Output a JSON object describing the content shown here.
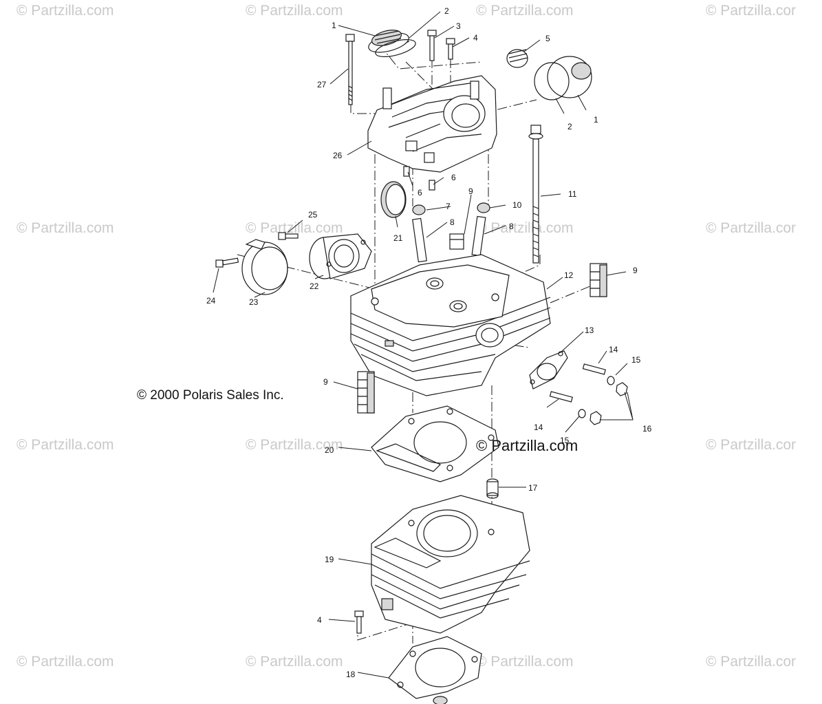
{
  "watermark_text": "© Partzilla.com",
  "watermark_text_clipped": "© Partzilla.cor",
  "copyright_text": "© 2000 Polaris Sales Inc.",
  "center_watermark_text": "© Partzilla.com",
  "callouts": {
    "c1a": "1",
    "c2a": "2",
    "c3": "3",
    "c4a": "4",
    "c5": "5",
    "c1b": "1",
    "c2b": "2",
    "c27": "27",
    "c26": "26",
    "c6a": "6",
    "c6b": "6",
    "c11": "11",
    "c9a": "9",
    "c7": "7",
    "c10": "10",
    "c8a": "8",
    "c8b": "8",
    "c21": "21",
    "c25": "25",
    "c24": "24",
    "c23": "23",
    "c22": "22",
    "c12": "12",
    "c9b": "9",
    "c13": "13",
    "c14a": "14",
    "c15a": "15",
    "c9c": "9",
    "c16": "16",
    "c14b": "14",
    "c15b": "15",
    "c20": "20",
    "c17": "17",
    "c19": "19",
    "c4b": "4",
    "c18": "18"
  },
  "colors": {
    "ink": "#1a1a1a",
    "watermark": "#c9c9c9",
    "background": "#ffffff"
  }
}
